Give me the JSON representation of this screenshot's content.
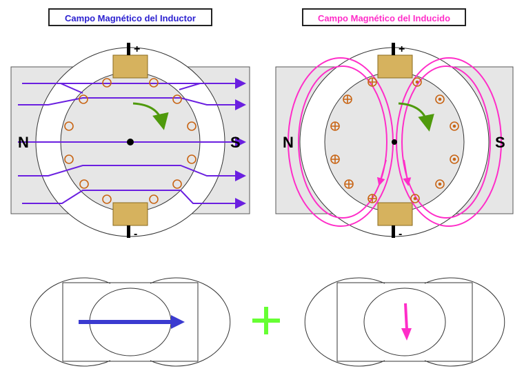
{
  "titles": {
    "inductor": "Campo Magnético del Inductor",
    "inducido": "Campo Magnético del Inducido"
  },
  "poles": {
    "north": "N",
    "south": "S"
  },
  "brushes": {
    "plus": "+",
    "minus": "-"
  },
  "conductor_symbols": {
    "into": "⊕",
    "out": "⊙"
  },
  "colors": {
    "inductor_field": "#6a1fe0",
    "inducido_field": "#ff2dc8",
    "result_arrow_inductor": "#3b3bd0",
    "result_arrow_inducido": "#ff2dc8",
    "plus_sign": "#66ff33",
    "conductor": "#c86414",
    "rotation_arrow": "#4f9a0c",
    "brush": "#d6b25e",
    "stator": "#e6e6e6"
  },
  "operator": "+"
}
